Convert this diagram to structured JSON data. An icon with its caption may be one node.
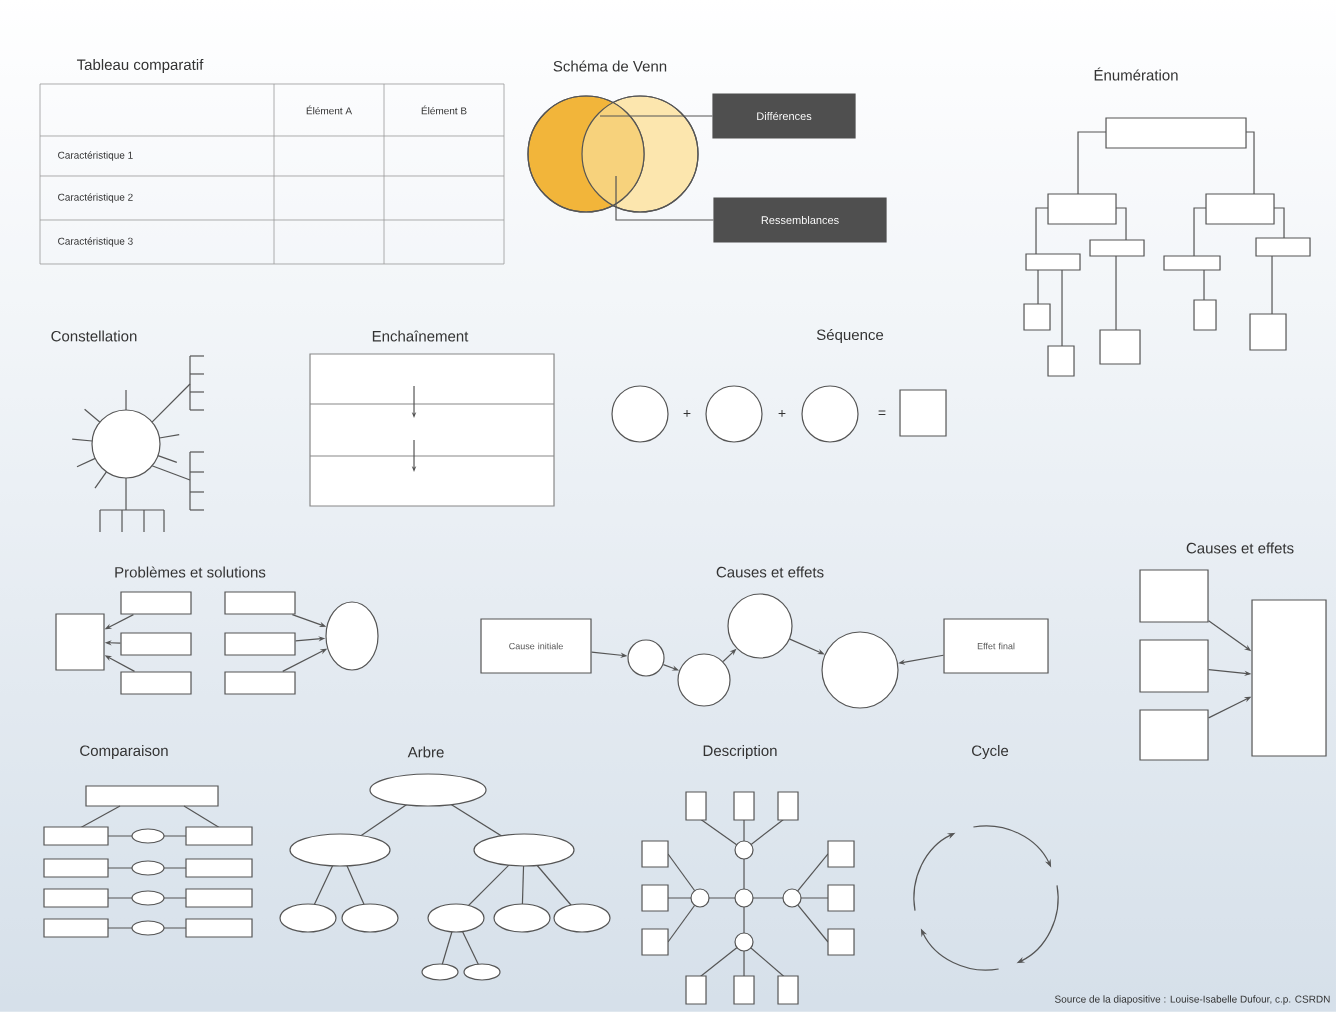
{
  "diagram": {
    "nodes": [
      {
        "text": [
          "Différences"
        ]
      },
      {
        "text": [
          "Ressemblances"
        ]
      },
      {
        "text": [],
        "shape": "box"
      },
      {
        "text": [],
        "shape": "box"
      },
      {
        "text": [],
        "shape": "box"
      },
      {
        "text": [],
        "shape": "box"
      },
      {
        "text": [],
        "shape": "box"
      },
      {
        "text": [],
        "shape": "box"
      },
      {
        "text": [],
        "shape": "box"
      },
      {
        "text": [],
        "shape": "circle"
      },
      {
        "text": [
          "Cause initiale"
        ]
      },
      {
        "text": [],
        "shape": "circle"
      },
      {
        "text": [],
        "shape": "circle"
      },
      {
        "text": [],
        "shape": "circle"
      },
      {
        "text": [],
        "shape": "circle"
      },
      {
        "text": [
          "Effet final"
        ]
      },
      {
        "text": [],
        "shape": "box"
      },
      {
        "text": [],
        "shape": "box"
      },
      {
        "text": [],
        "shape": "box"
      },
      {
        "text": [],
        "shape": "box"
      }
    ],
    "edges": [
      {
        "from": 0,
        "to": null,
        "arrow": "none"
      },
      {
        "from": 1,
        "to": null,
        "arrow": "none"
      },
      {
        "from": 3,
        "to": 2,
        "arrow": "to"
      },
      {
        "from": 4,
        "to": 2,
        "arrow": "to"
      },
      {
        "from": 5,
        "to": 2,
        "arrow": "to"
      },
      {
        "from": 6,
        "to": 9,
        "arrow": "to"
      },
      {
        "from": 7,
        "to": 9,
        "arrow": "to"
      },
      {
        "from": 8,
        "to": 9,
        "arrow": "to"
      },
      {
        "from": 10,
        "to": 11,
        "arrow": "to"
      },
      {
        "from": 11,
        "to": 12,
        "arrow": "to"
      },
      {
        "from": 12,
        "to": 13,
        "arrow": "to"
      },
      {
        "from": 13,
        "to": 14,
        "arrow": "to"
      },
      {
        "from": 15,
        "to": 14,
        "arrow": "to"
      },
      {
        "from": 16,
        "to": 19,
        "arrow": "to"
      },
      {
        "from": 17,
        "to": 19,
        "arrow": "to"
      },
      {
        "from": 18,
        "to": 19,
        "arrow": "to"
      }
    ],
    "labels": [
      "Tableau comparatif",
      "Élément A",
      "Élément B",
      "Caractéristique 1",
      "Caractéristique 2",
      "Caractéristique 3",
      "Schéma de Venn",
      "Énumération",
      "Constellation",
      "Enchaînement",
      "Séquence",
      "+",
      "+",
      "=",
      "Problèmes et solutions",
      "Causes et effets",
      "Causes et effets",
      "Comparaison",
      "Arbre",
      "Description",
      "Cycle",
      "Source de la diapositive : Louise-Isabelle Dufour, c.p. CSRDN"
    ]
  }
}
